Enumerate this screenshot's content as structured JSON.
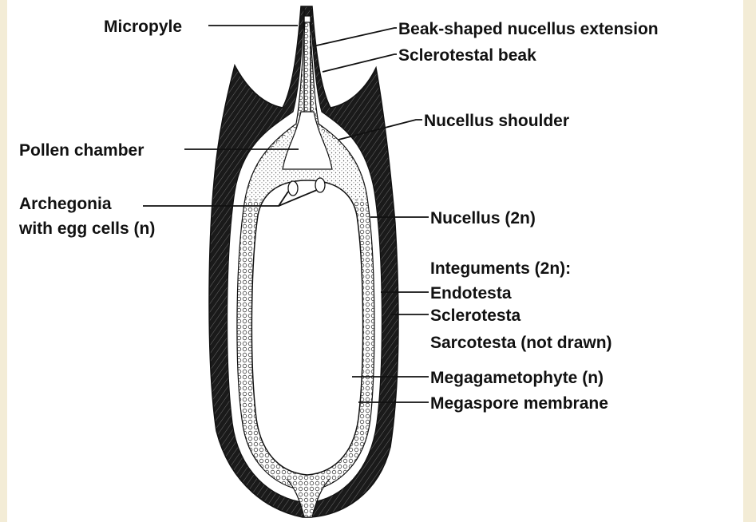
{
  "colors": {
    "page_background": "#f3ecd6",
    "figure_background": "#ffffff",
    "ink": "#111111"
  },
  "labels": {
    "micropyle": "Micropyle",
    "beak_nucellus": "Beak-shaped nucellus extension",
    "sclerotestal_beak": "Sclerotestal beak",
    "nucellus_shoulder": "Nucellus shoulder",
    "pollen_chamber": "Pollen chamber",
    "archegonia_line1": "Archegonia",
    "archegonia_line2": "with egg cells (n)",
    "nucellus": "Nucellus (2n)",
    "integuments": "Integuments (2n):",
    "endotesta": "Endotesta",
    "sclerotesta": "Sclerotesta",
    "sarcotesta": "Sarcotesta (not drawn)",
    "megagametophyte": "Megagametophyte (n)",
    "megaspore_membrane": "Megaspore membrane"
  }
}
